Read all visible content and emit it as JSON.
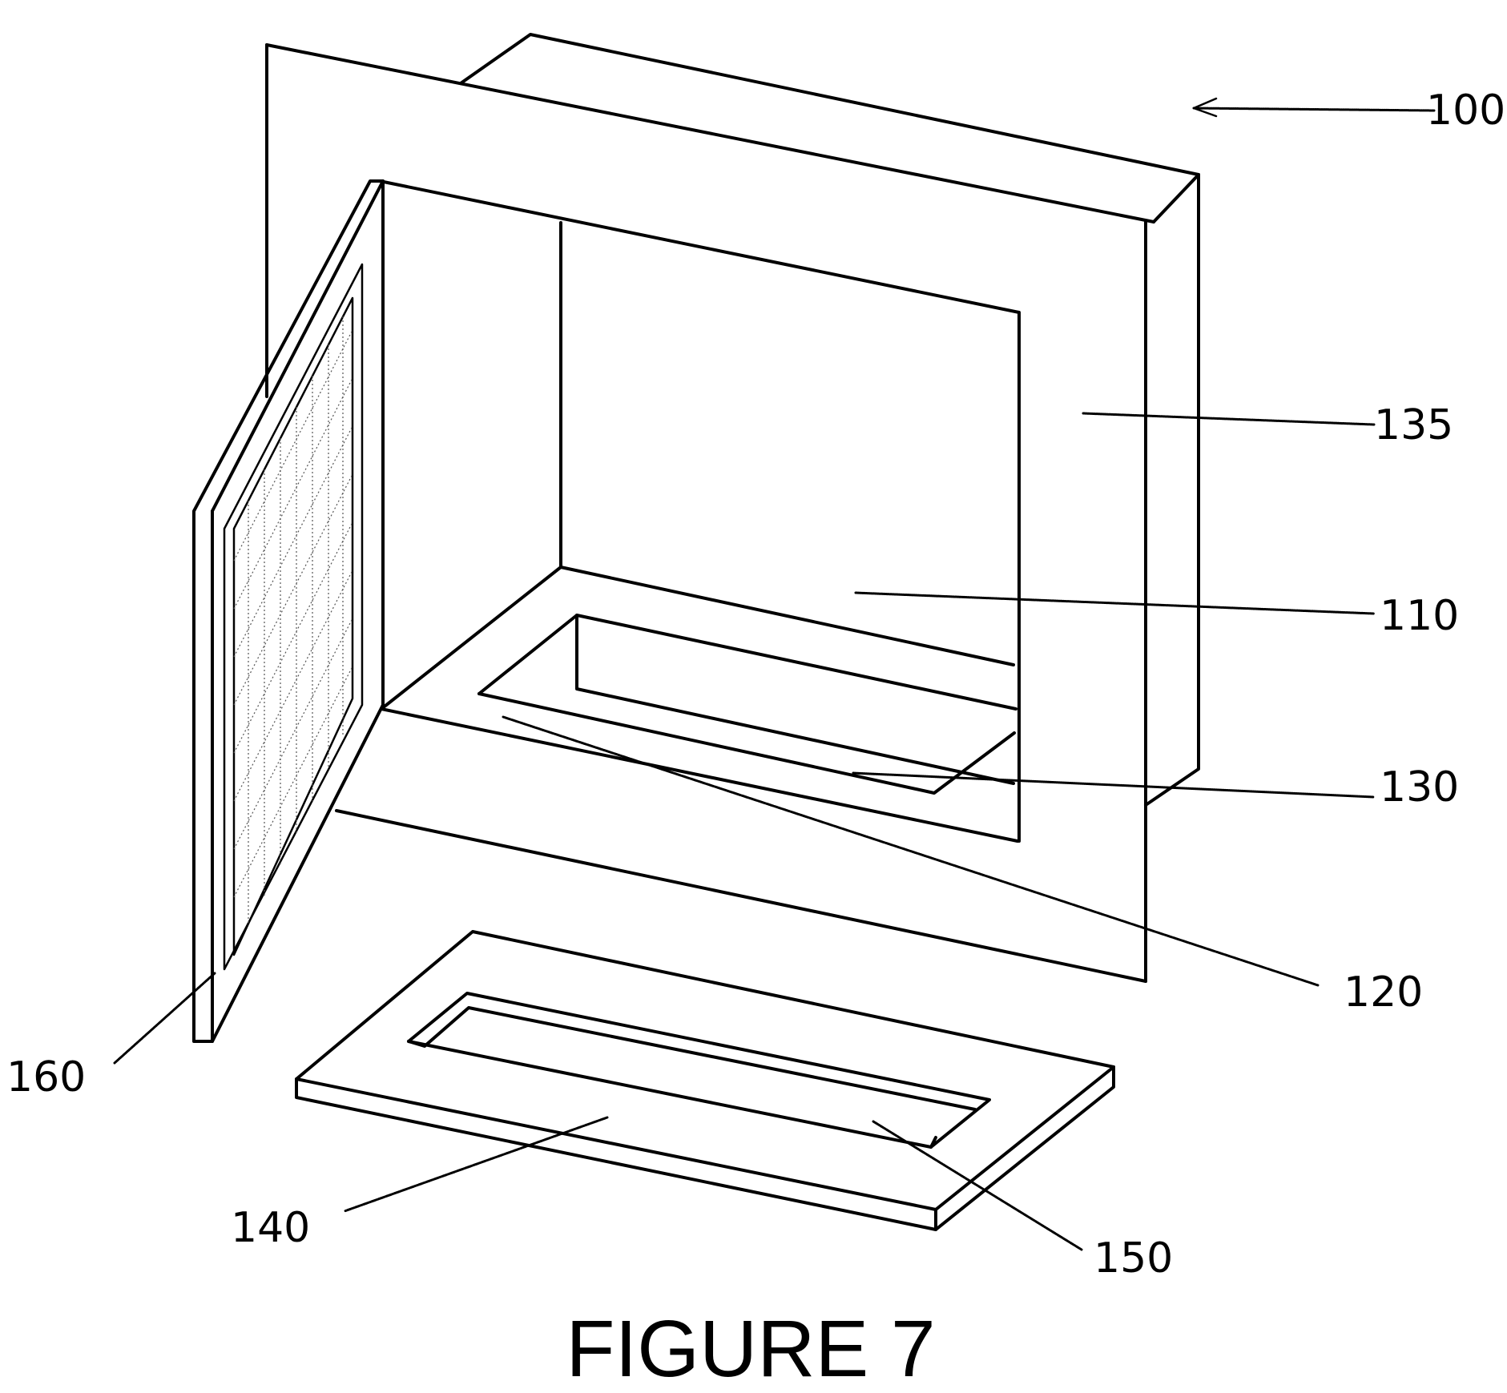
{
  "figure": {
    "caption": "FIGURE 7",
    "labels": {
      "assembly": "100",
      "frame": "135",
      "chamber": "110",
      "opening": "130",
      "floor": "120",
      "door": "160",
      "tray": "140",
      "tray_recess": "150"
    }
  }
}
